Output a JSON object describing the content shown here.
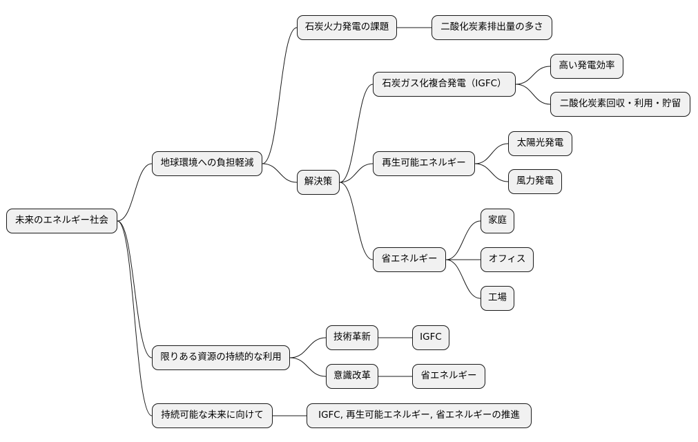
{
  "mindmap": {
    "root": "未来のエネルギー社会",
    "branch_burden": "地球環境への負担軽減",
    "coal_issue": "石炭火力発電の課題",
    "co2_emission": "二酸化炭素排出量の多さ",
    "solutions": "解決策",
    "igfc_full": "石炭ガス化複合発電（IGFC）",
    "high_efficiency": "高い発電効率",
    "ccus": "二酸化炭素回収・利用・貯留",
    "renewable": "再生可能エネルギー",
    "solar": "太陽光発電",
    "wind": "風力発電",
    "energy_saving": "省エネルギー",
    "home": "家庭",
    "office": "オフィス",
    "factory": "工場",
    "branch_resources": "限りある資源の持続的な利用",
    "tech_innovation": "技術革新",
    "igfc": "IGFC",
    "awareness_reform": "意識改革",
    "energy_saving_2": "省エネルギー",
    "branch_future": "持続可能な未来に向けて",
    "promotion": "IGFC, 再生可能エネルギー, 省エネルギーの推進"
  }
}
